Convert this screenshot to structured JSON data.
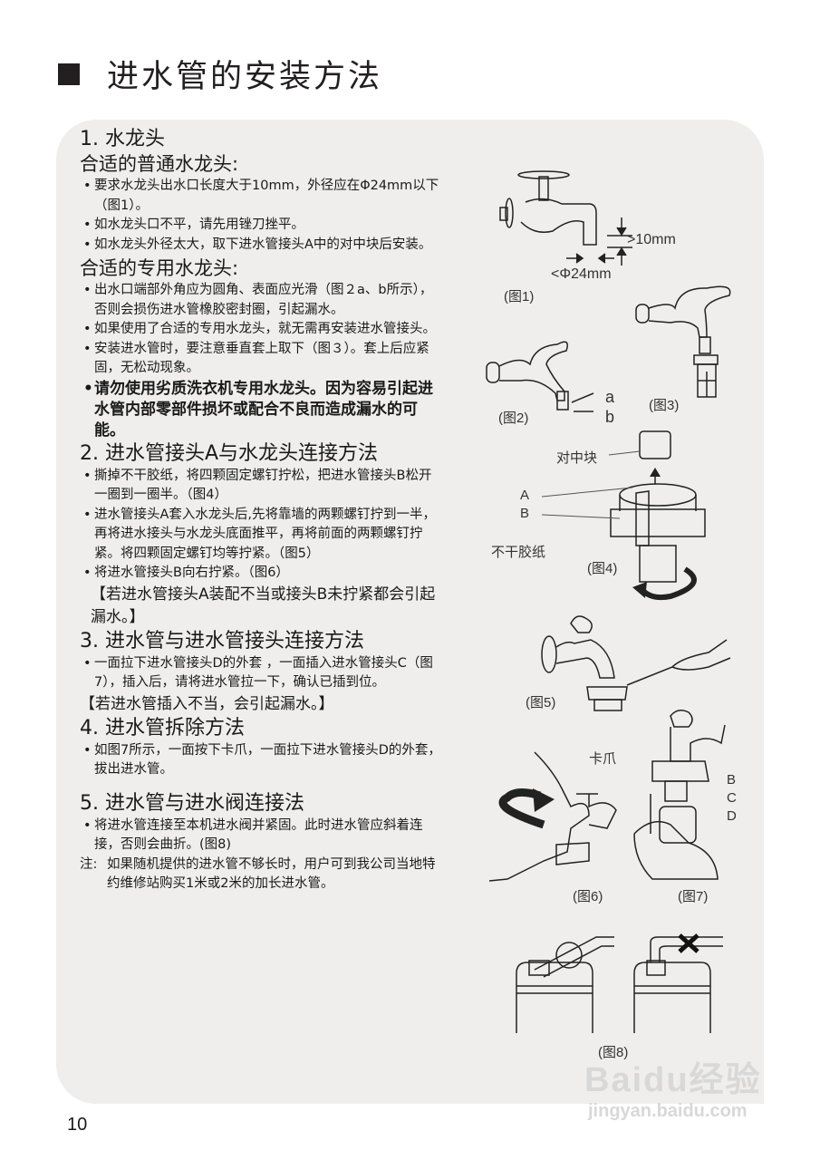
{
  "title": "进水管的安装方法",
  "sections": [
    {
      "heading": "1. 水龙头",
      "sub1": "合适的普通水龙头:",
      "sub1_items": [
        "要求水龙头出水口长度大于10mm，外径应在Φ24mm以下（图1）。",
        "如水龙头口不平，请先用锉刀挫平。",
        "如水龙头外径太大，取下进水管接头A中的对中块后安装。"
      ],
      "sub2": "合适的专用水龙头:",
      "sub2_items": [
        "出水口端部外角应为圆角、表面应光滑（图２a、b所示），否则会损伤进水管橡胶密封圈，引起漏水。",
        "如果使用了合适的专用水龙头，就无需再安装进水管接头。",
        "安装进水管时，要注意垂直套上取下（图３）。套上后应紧固，无松动现象。"
      ],
      "warning": "请勿使用劣质洗衣机专用水龙头。因为容易引起进水管内部零部件损坏或配合不良而造成漏水的可能。"
    },
    {
      "heading": "2. 进水管接头A与水龙头连接方法",
      "items": [
        "撕掉不干胶纸，将四颗固定螺钉拧松，把进水管接头B松开一圈到一圈半。（图4）",
        "进水管接头A套入水龙头后,先将靠墙的两颗螺钉拧到一半，再将进水接头与水龙头底面推平，再将前面的两颗螺钉拧紧。将四颗固定螺钉均等拧紧。（图5）",
        "将进水管接头B向右拧紧。（图6）"
      ],
      "caution": "【若进水管接头A装配不当或接头B未拧紧都会引起漏水。】"
    },
    {
      "heading": "3. 进水管与进水管接头连接方法",
      "items": [
        "一面拉下进水管接头D的外套 ，一面插入进水管接头C（图7），插入后，请将进水管拉一下，确认已插到位。"
      ],
      "caution": "【若进水管插入不当，会引起漏水。】"
    },
    {
      "heading": "4. 进水管拆除方法",
      "items": [
        "如图7所示，一面按下卡爪，一面拉下进水管接头D的外套，拔出进水管。"
      ]
    },
    {
      "heading": "5. 进水管与进水阀连接法",
      "items": [
        "将进水管连接至本机进水阀并紧固。此时进水管应斜着连接，否则会曲折。(图8)"
      ],
      "note_label": "注:",
      "note": "如果随机提供的进水管不够长时，用户可到我公司当地特约维修站购买1米或2米的加长进水管。"
    }
  ],
  "figures": {
    "fig1": {
      "caption": "(图1)",
      "dim_length": ">10mm",
      "dim_diameter": "<Φ24mm"
    },
    "fig2": {
      "caption": "(图2)",
      "label_a": "a",
      "label_b": "b"
    },
    "fig3": {
      "caption": "(图3)"
    },
    "fig4": {
      "caption": "(图4)",
      "label_centering": "对中块",
      "label_A": "A",
      "label_B": "B",
      "label_tape": "不干胶纸"
    },
    "fig5": {
      "caption": "(图5)"
    },
    "fig6": {
      "caption": "(图6)"
    },
    "fig7": {
      "caption": "(图7)",
      "label_claw": "卡爪",
      "label_B": "B",
      "label_C": "C",
      "label_D": "D"
    },
    "fig8": {
      "caption": "(图8)"
    }
  },
  "page_number": "10",
  "watermark": {
    "brand": "Baidu经验",
    "url": "jingyan.baidu.com"
  }
}
